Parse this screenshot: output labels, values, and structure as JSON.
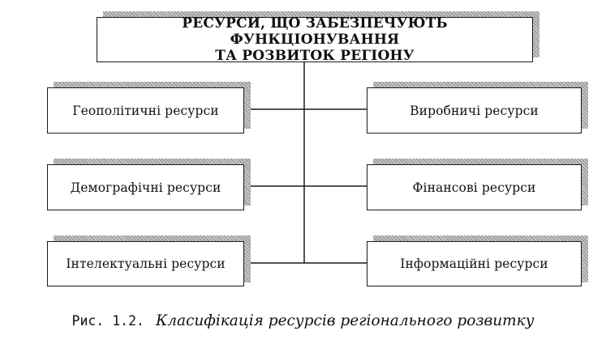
{
  "diagram": {
    "root": {
      "line1": "РЕСУРСИ, ЩО ЗАБЕЗПЕЧУЮТЬ ФУНКЦІОНУВАННЯ",
      "line2": "ТА РОЗВИТОК РЕГІОНУ"
    },
    "left": [
      "Геополітичні ресурси",
      "Демографічні ресурси",
      "Інтелектуальні ресурси"
    ],
    "right": [
      "Виробничі ресурси",
      "Фінансові ресурси",
      "Інформаційні ресурси"
    ]
  },
  "caption": {
    "number": "Рис. 1.2.",
    "text": "Класифікація ресурсів регіонального розвитку"
  }
}
